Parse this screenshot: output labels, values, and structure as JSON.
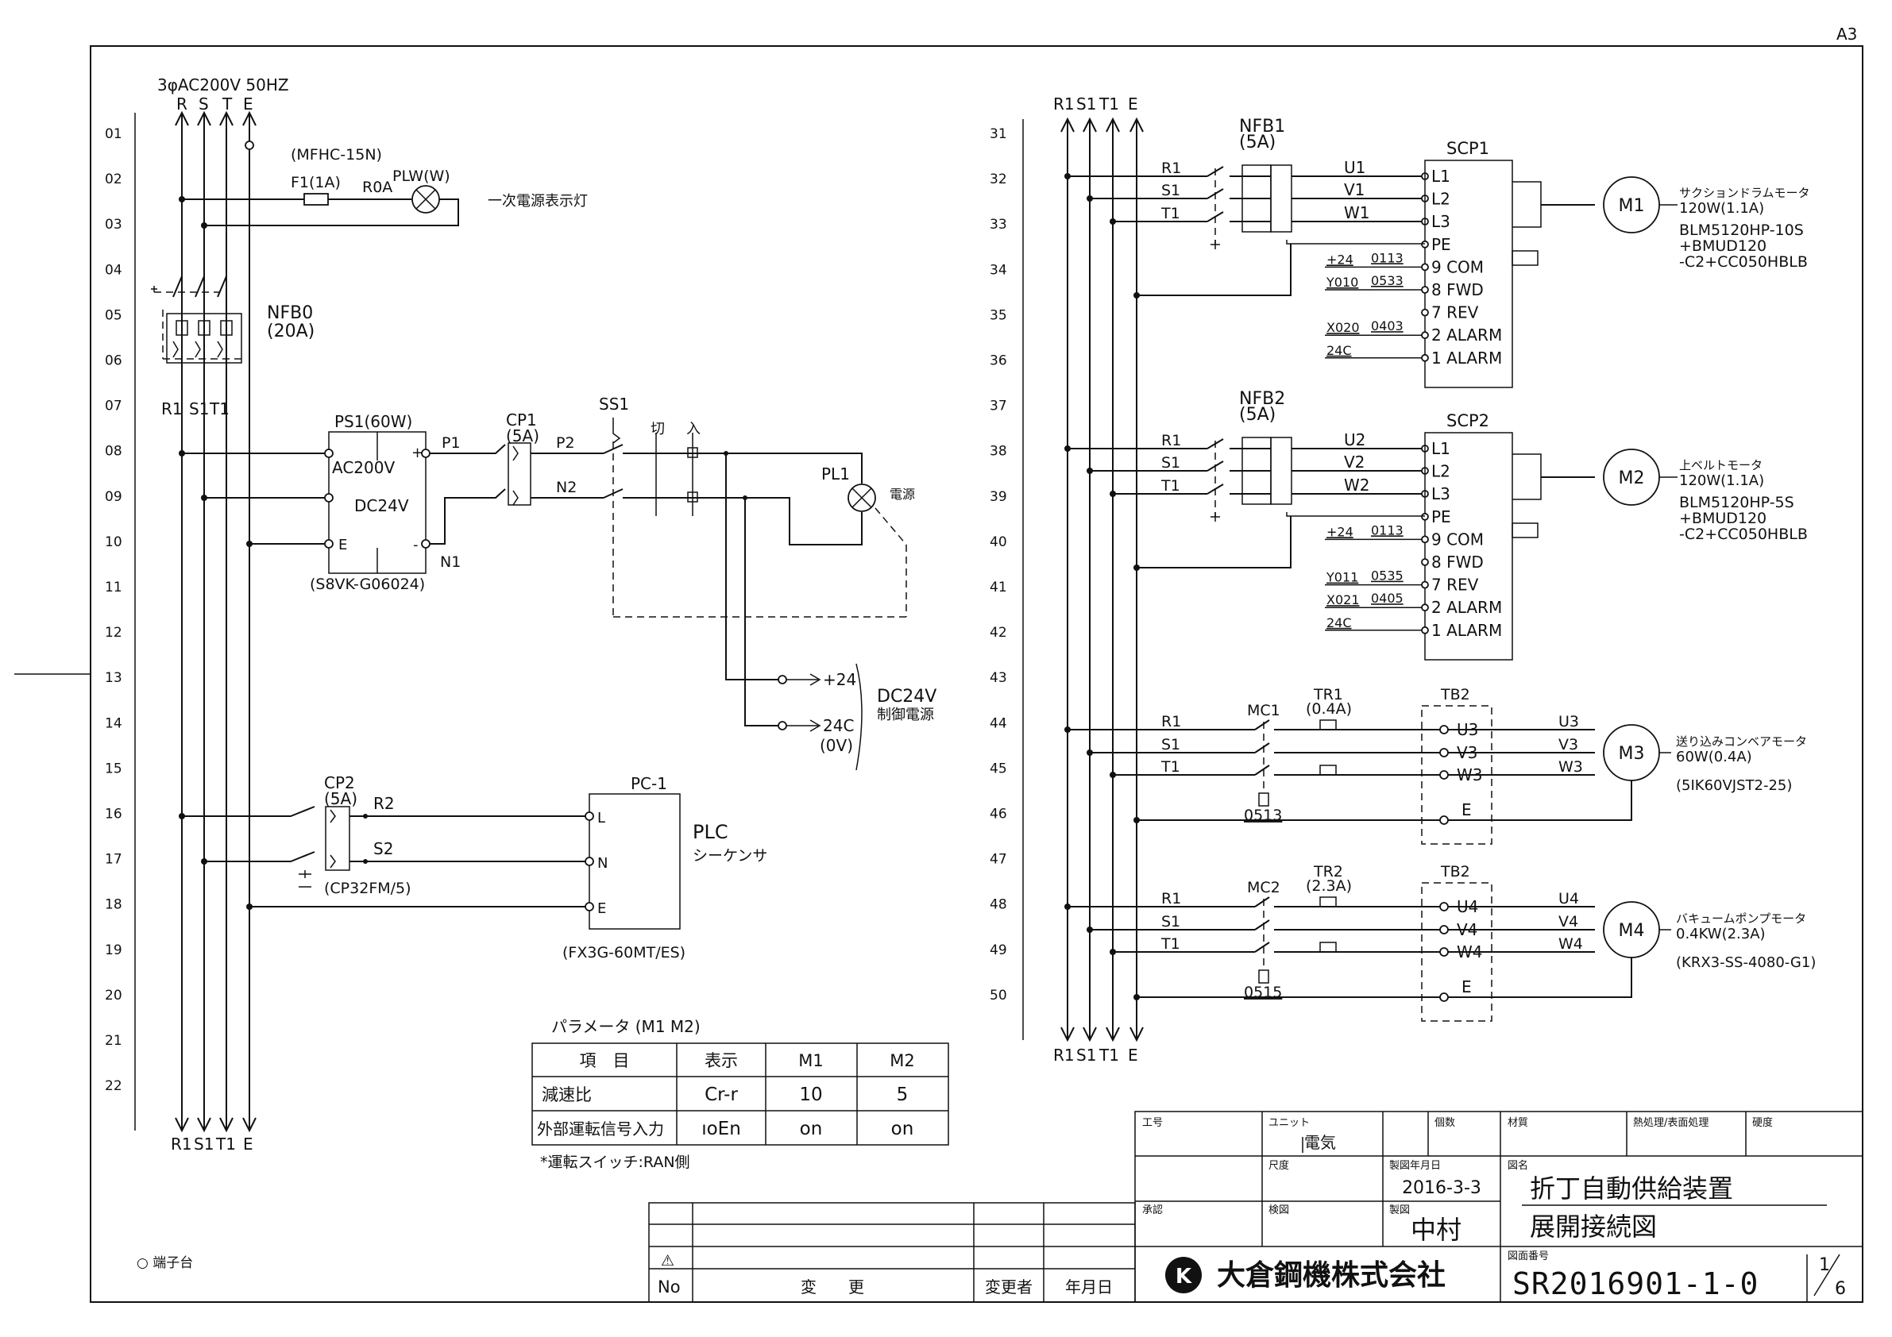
{
  "sheet_size": "A3",
  "row_numbers_left": [
    "01",
    "02",
    "03",
    "04",
    "05",
    "06",
    "07",
    "08",
    "09",
    "10",
    "11",
    "12",
    "13",
    "14",
    "15",
    "16",
    "17",
    "18",
    "19",
    "20",
    "21",
    "22"
  ],
  "row_numbers_right": [
    "31",
    "32",
    "33",
    "34",
    "35",
    "36",
    "37",
    "38",
    "39",
    "40",
    "41",
    "42",
    "43",
    "44",
    "45",
    "46",
    "47",
    "48",
    "49",
    "50"
  ],
  "left": {
    "supply": "3φAC200V 50HZ",
    "bus_top": [
      "R",
      "S",
      "T",
      "E"
    ],
    "bus_labels": [
      "R1",
      "S1",
      "T1"
    ],
    "bus_bottom": [
      "R1",
      "S1",
      "T1",
      "E"
    ],
    "mfhc": "(MFHC-15N)",
    "f1": "F1(1A)",
    "r0a": "R0A",
    "plw": "PLW(W)",
    "plw_desc": "一次電源表示灯",
    "nfb0": "NFB0",
    "nfb0_rating": "(20A)",
    "ps1": "PS1(60W)",
    "ps1_ac": "AC200V",
    "ps1_dc": "DC24V",
    "ps1_e": "E",
    "ps1_plus": "+",
    "ps1_minus": "-",
    "ps1_model": "(S8VK-G06024)",
    "p1": "P1",
    "n1": "N1",
    "cp1": "CP1",
    "cp1_rating": "(5A)",
    "p2": "P2",
    "n2": "N2",
    "ss1": "SS1",
    "off": "切",
    "on": "入",
    "pl1": "PL1",
    "pl1_desc": "電源",
    "p24": "+24",
    "p24c": "24C",
    "p0v": "(0V)",
    "dc24v": "DC24V",
    "dc24v_desc": "制御電源",
    "cp2": "CP2",
    "cp2_rating": "(5A)",
    "cp2_model": "(CP32FM/5)",
    "r2": "R2",
    "s2": "S2",
    "pc1": "PC-1",
    "plc": "PLC",
    "plc_maker": "シーケンサ",
    "plc_l": "L",
    "plc_n": "N",
    "plc_e": "E",
    "plc_model": "(FX3G-60MT/ES)",
    "terminal_legend": "○ 端子台"
  },
  "right": {
    "bus_top": [
      "R1",
      "S1",
      "T1",
      "E"
    ],
    "bus_bottom": [
      "R1",
      "S1",
      "T1",
      "E"
    ],
    "phase": [
      "R1",
      "S1",
      "T1"
    ],
    "nfb1": "NFB1",
    "nfb1_rating": "(5A)",
    "nfb2": "NFB2",
    "nfb2_rating": "(5A)",
    "scp1": "SCP1",
    "scp2": "SCP2",
    "out1": [
      "U1",
      "V1",
      "W1"
    ],
    "out2": [
      "U2",
      "V2",
      "W2"
    ],
    "scp_terms": [
      "L1",
      "L2",
      "L3",
      "PE",
      "9 COM",
      "8 FWD",
      "7 REV",
      "2 ALARM",
      "1 ALARM"
    ],
    "sig1": [
      {
        "name": "+24",
        "addr": "0113"
      },
      {
        "name": "Y010",
        "addr": "0533"
      },
      {
        "name": "",
        "addr": ""
      },
      {
        "name": "X020",
        "addr": "0403"
      },
      {
        "name": "24C",
        "addr": ""
      }
    ],
    "sig2": [
      {
        "name": "+24",
        "addr": "0113"
      },
      {
        "name": "",
        "addr": ""
      },
      {
        "name": "Y011",
        "addr": "0535"
      },
      {
        "name": "X021",
        "addr": "0405"
      },
      {
        "name": "24C",
        "addr": ""
      }
    ],
    "m1": "M1",
    "m1_desc": [
      "サクションドラムモータ",
      "120W(1.1A)",
      "BLM5120HP-10S",
      "+BMUD120",
      "-C2+CC050HBLB"
    ],
    "m2": "M2",
    "m2_desc": [
      "上ベルトモータ",
      "120W(1.1A)",
      "BLM5120HP-5S",
      "+BMUD120",
      "-C2+CC050HBLB"
    ],
    "mc1": "MC1",
    "tr1": "TR1",
    "tr1_rating": "(0.4A)",
    "tb2a": "TB2",
    "tb_terms_a": [
      "U3",
      "V3",
      "W3",
      "E"
    ],
    "m3_wires": [
      "U3",
      "V3",
      "W3"
    ],
    "mc1_addr": "0513",
    "m3": "M3",
    "m3_desc": [
      "送り込みコンベアモータ",
      "60W(0.4A)",
      "(5IK60VJST2-25)"
    ],
    "mc2": "MC2",
    "tr2": "TR2",
    "tr2_rating": "(2.3A)",
    "tb2b": "TB2",
    "tb_terms_b": [
      "U4",
      "V4",
      "W4",
      "E"
    ],
    "m4_wires": [
      "U4",
      "V4",
      "W4"
    ],
    "mc2_addr": "0515",
    "m4": "M4",
    "m4_desc": [
      "バキュームポンプモータ",
      "0.4KW(2.3A)",
      "(KRX3-SS-4080-G1)"
    ]
  },
  "param_table": {
    "title": "パラメータ (M1 M2)",
    "headers": [
      "項　目",
      "表示",
      "M1",
      "M2"
    ],
    "rows": [
      [
        "減速比",
        "Cr-r",
        "10",
        "5"
      ],
      [
        "外部運転信号入力",
        "ıoEn",
        "on",
        "on"
      ]
    ],
    "note": "*運転スイッチ:RAN側"
  },
  "revision_block": {
    "mark": "⚠",
    "no": "No",
    "change": "変　　更",
    "changer": "変更者",
    "date": "年月日"
  },
  "title_block": {
    "koban_label": "工号",
    "unit_label": "ユニット",
    "unit_value": "電気",
    "qty_label": "個数",
    "material_label": "材質",
    "heat_label": "熱処理/表面処理",
    "hardness_label": "硬度",
    "scale_label": "尺度",
    "date_label": "製図年月日",
    "date_value": "2016-3-3",
    "drawing_name_label": "図名",
    "drawing_name_1": "折丁自動供給装置",
    "drawing_name_2": "展開接続図",
    "approval_label": "承認",
    "check_label": "検図",
    "drafter_label": "製図",
    "drafter_value": "中村",
    "company": "大倉鋼機株式会社",
    "company_logo": "K",
    "number_label": "図面番号",
    "number_value": "SR2016901-1-0",
    "sheet_num": "1",
    "sheet_total": "6"
  }
}
